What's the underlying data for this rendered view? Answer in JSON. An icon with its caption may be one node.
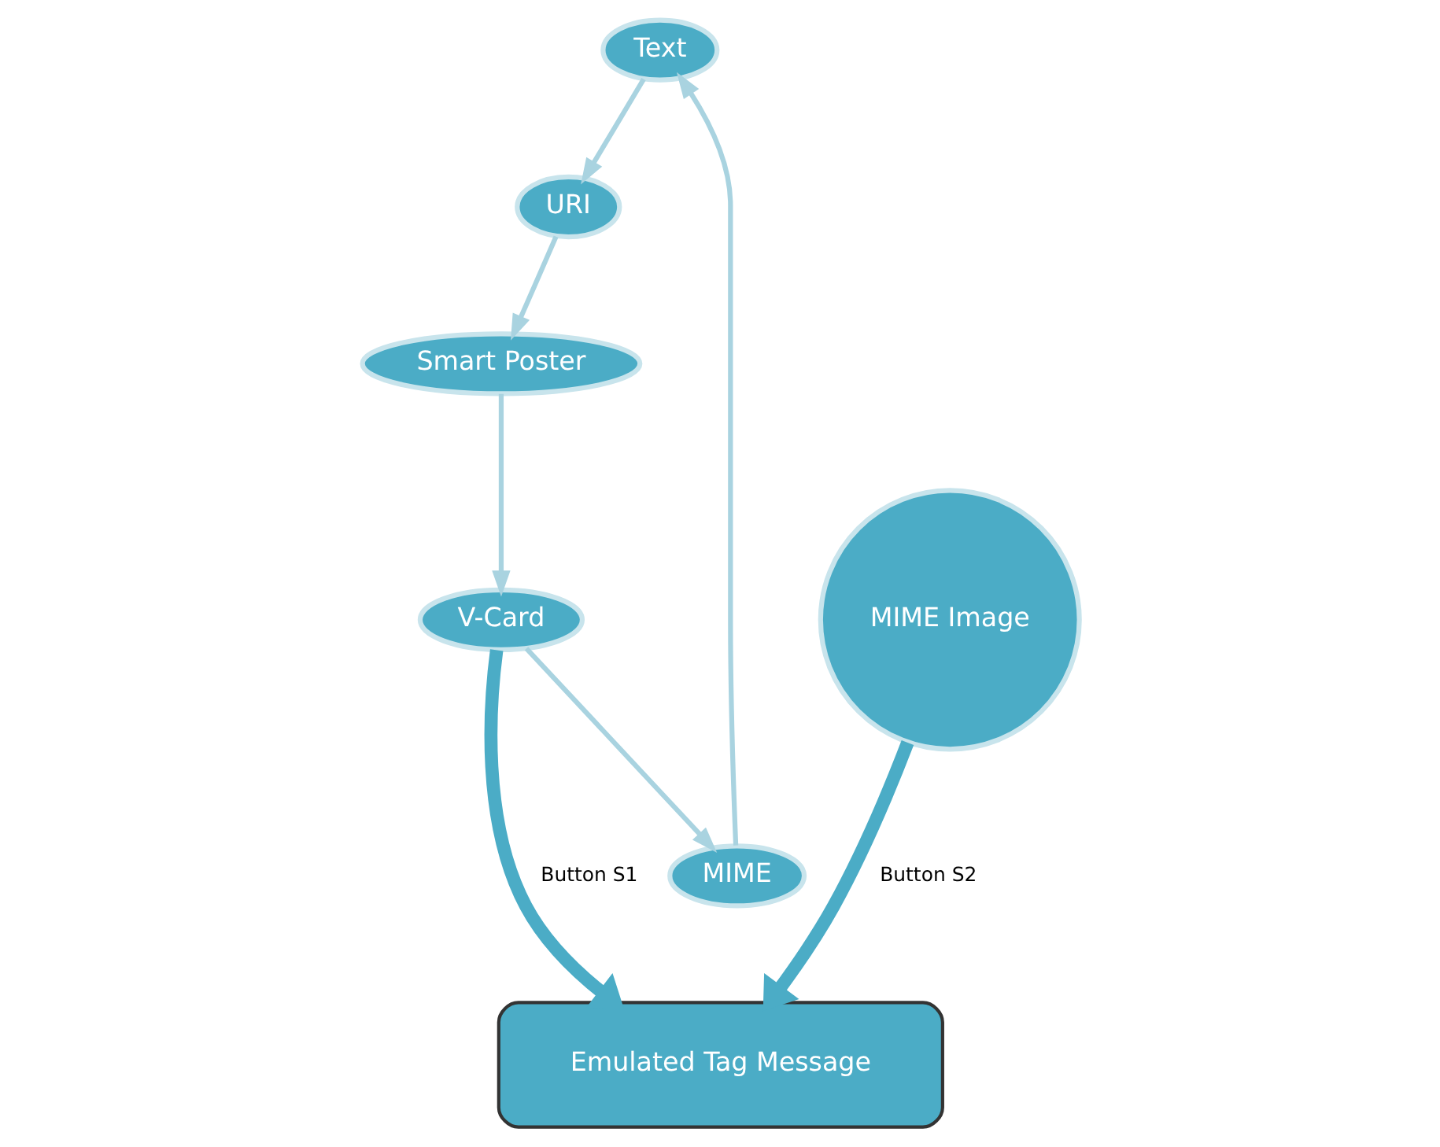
{
  "diagram": {
    "nodes": [
      {
        "text": [
          "Text"
        ]
      },
      {
        "text": [
          "URI"
        ]
      },
      {
        "text": [
          "Smart Poster"
        ]
      },
      {
        "text": [
          "V-Card"
        ]
      },
      {
        "text": [
          "MIME"
        ]
      },
      {
        "text": [
          "MIME Image"
        ]
      },
      {
        "text": [
          "Emulated Tag Message"
        ]
      }
    ],
    "edges": [
      {
        "from": 0,
        "to": 1,
        "arrow": "to"
      },
      {
        "from": 1,
        "to": 2,
        "arrow": "to"
      },
      {
        "from": 2,
        "to": 3,
        "arrow": "to"
      },
      {
        "from": 3,
        "to": 4,
        "arrow": "to"
      },
      {
        "from": 4,
        "to": 0,
        "arrow": "to"
      },
      {
        "from": 3,
        "to": 6,
        "label": "Button S1",
        "arrow": "to",
        "style": "thick",
        "color": "#4bacc6"
      },
      {
        "from": 5,
        "to": 6,
        "label": "Button S2",
        "arrow": "to",
        "style": "thick",
        "color": "#4bacc6"
      }
    ]
  }
}
